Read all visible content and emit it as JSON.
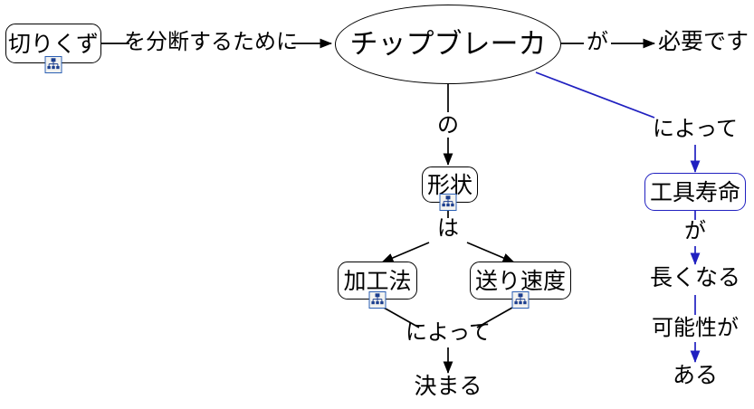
{
  "diagram": {
    "type": "concept-map",
    "language": "ja",
    "title": "チップブレーカ概念マップ",
    "colors": {
      "node_border": "#000000",
      "node_border_accent": "#2020c0",
      "edge": "#000000",
      "edge_accent": "#2020c0",
      "icon_border": "#2b5fb4",
      "background": "#ffffff"
    }
  },
  "nodes": [
    {
      "id": "kirikuzu",
      "label": "切りくず",
      "shape": "rounded-box",
      "icon": "hierarchy-icon",
      "accent": false
    },
    {
      "id": "chipbreaker",
      "label": "チップブレーカ",
      "shape": "ellipse",
      "icon": null,
      "accent": false
    },
    {
      "id": "keijou",
      "label": "形状",
      "shape": "rounded-box",
      "icon": "hierarchy-icon",
      "accent": false
    },
    {
      "id": "kakouhou",
      "label": "加工法",
      "shape": "rounded-box",
      "icon": "hierarchy-icon",
      "accent": false
    },
    {
      "id": "okurisokudo",
      "label": "送り速度",
      "shape": "rounded-box",
      "icon": "hierarchy-icon",
      "accent": false
    },
    {
      "id": "kougujumyou",
      "label": "工具寿命",
      "shape": "rounded-box",
      "icon": null,
      "accent": true
    }
  ],
  "terms": [
    {
      "id": "hitsuyoudesu",
      "label": "必要です"
    },
    {
      "id": "kimaru",
      "label": "決まる"
    },
    {
      "id": "nagakunaru",
      "label": "長くなる"
    },
    {
      "id": "aru",
      "label": "ある"
    }
  ],
  "edge_labels": [
    {
      "id": "lbl-bundan",
      "label": "を分断するために"
    },
    {
      "id": "lbl-ga-top",
      "label": "が"
    },
    {
      "id": "lbl-no",
      "label": "の"
    },
    {
      "id": "lbl-wa",
      "label": "は"
    },
    {
      "id": "lbl-niyotte-1",
      "label": "によって"
    },
    {
      "id": "lbl-niyotte-2",
      "label": "によって"
    },
    {
      "id": "lbl-ga-right",
      "label": "が"
    },
    {
      "id": "lbl-kanouseiga",
      "label": "可能性が"
    }
  ],
  "propositions": [
    "切りくず を分断するために チップブレーカ が 必要です",
    "チップブレーカ の 形状 は 加工法 / 送り速度 によって 決まる",
    "チップブレーカ によって 工具寿命 が 長くなる 可能性が ある"
  ]
}
